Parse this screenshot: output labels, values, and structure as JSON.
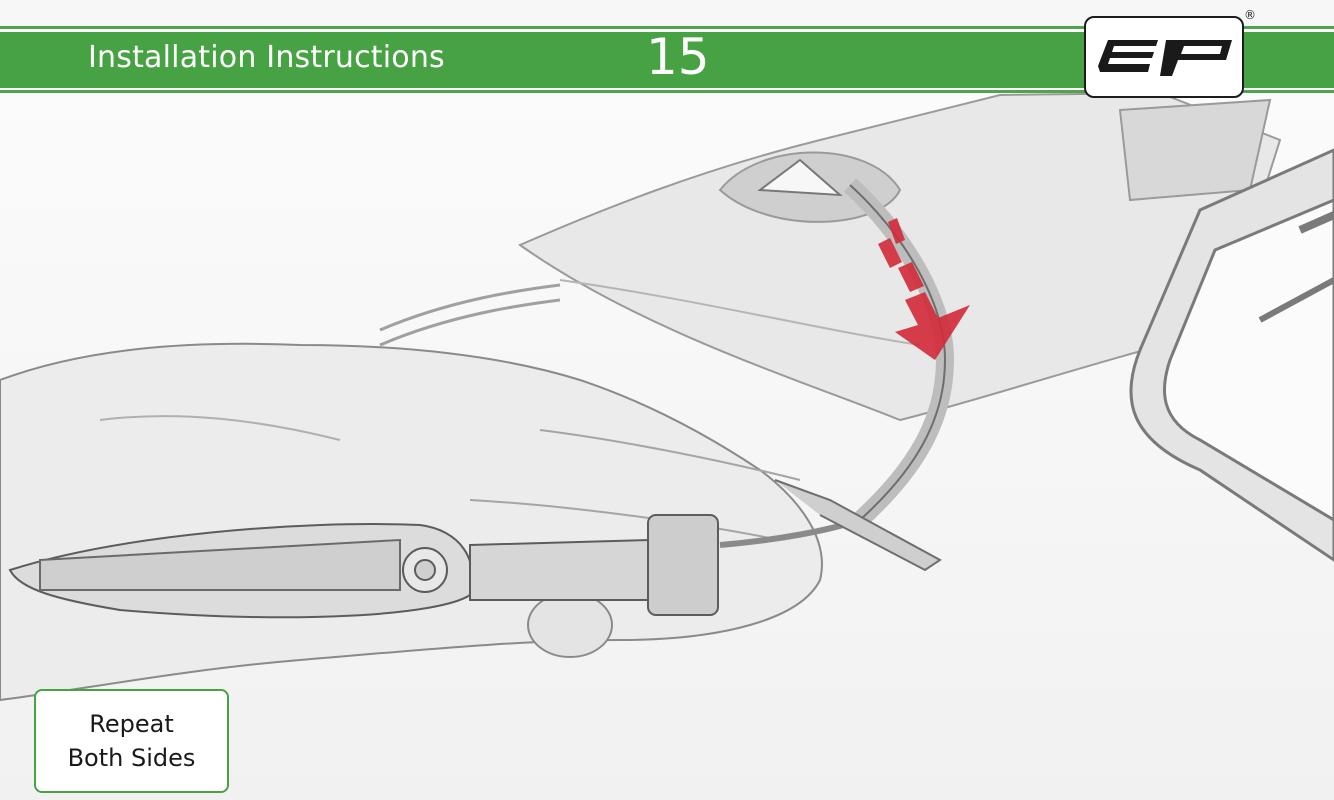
{
  "header": {
    "title": "Installation Instructions",
    "page_number": "15",
    "accent_color": "#46a243"
  },
  "logo": {
    "text": "EP",
    "registered_mark": "®",
    "icon": "ep-logo-icon"
  },
  "callout": {
    "line1": "Repeat",
    "line2": "Both Sides"
  },
  "illustration": {
    "icon": "hand-holding-turn-signal-sketch",
    "arrow_icon": "red-down-arrow-icon",
    "arrow_color": "#d42a3a"
  }
}
